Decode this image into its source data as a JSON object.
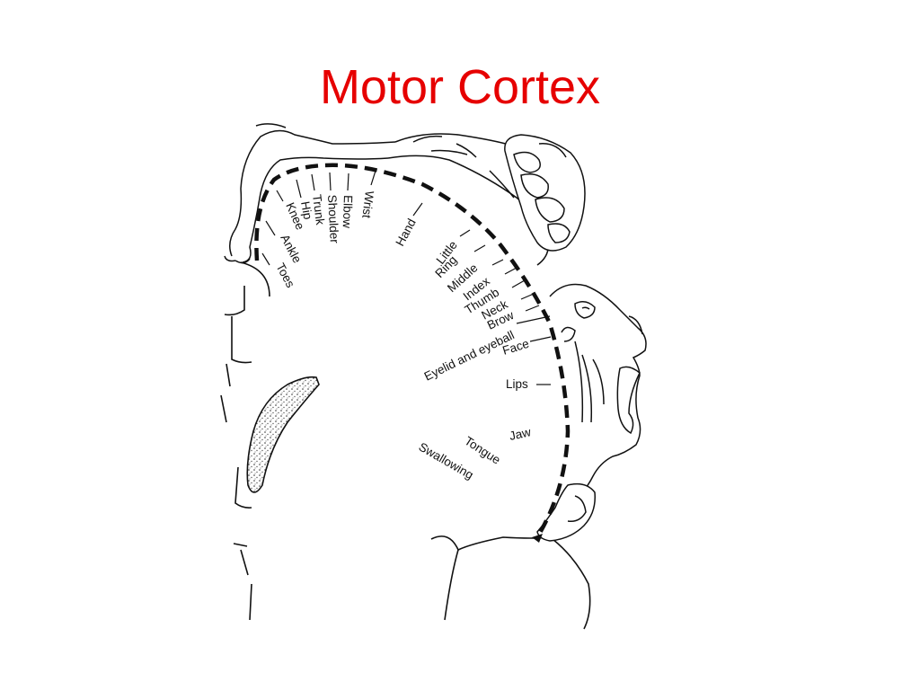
{
  "slide": {
    "title": "Motor Cortex",
    "title_color": "#e60000"
  },
  "diagram": {
    "stroke_color": "#111111",
    "labels": {
      "toes": "Toes",
      "ankle": "Ankle",
      "knee": "Knee",
      "hip": "Hip",
      "trunk": "Trunk",
      "shoulder": "Shoulder",
      "elbow": "Elbow",
      "wrist": "Wrist",
      "hand": "Hand",
      "little": "Little",
      "ring": "Ring",
      "middle": "Middle",
      "index": "Index",
      "thumb": "Thumb",
      "neck": "Neck",
      "brow": "Brow",
      "eyelid": "Eyelid and eyeball",
      "face": "Face",
      "lips": "Lips",
      "jaw": "Jaw",
      "tongue": "Tongue",
      "swallowing": "Swallowing"
    }
  }
}
